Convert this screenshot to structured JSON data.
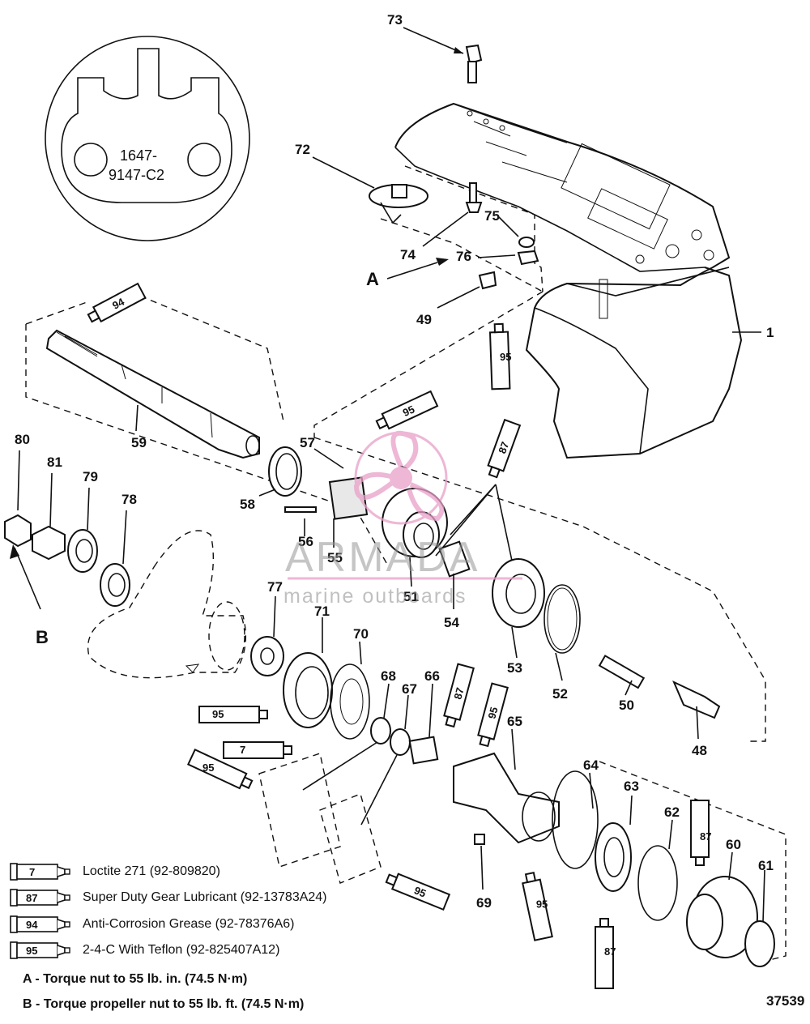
{
  "detail_inset": {
    "line1": "1647-",
    "line2": "9147-C2"
  },
  "callouts": {
    "c1": "1",
    "c48": "48",
    "c49": "49",
    "c50": "50",
    "c51": "51",
    "c52": "52",
    "c53": "53",
    "c54": "54",
    "c55": "55",
    "c56": "56",
    "c57": "57",
    "c58": "58",
    "c59": "59",
    "c60": "60",
    "c61": "61",
    "c62": "62",
    "c63": "63",
    "c64": "64",
    "c65": "65",
    "c66": "66",
    "c67": "67",
    "c68": "68",
    "c69": "69",
    "c70": "70",
    "c71": "71",
    "c72": "72",
    "c73": "73",
    "c74": "74",
    "c75": "75",
    "c76": "76",
    "c77": "77",
    "c78": "78",
    "c79": "79",
    "c80": "80",
    "c81": "81",
    "A": "A",
    "B": "B"
  },
  "tube_labels": {
    "t94": "94",
    "t95": "95",
    "t87": "87",
    "t7": "7"
  },
  "legend": [
    {
      "code": "7",
      "text": "Loctite 271 (92-809820)"
    },
    {
      "code": "87",
      "text": "Super Duty Gear Lubricant (92-13783A24)"
    },
    {
      "code": "94",
      "text": "Anti-Corrosion Grease (92-78376A6)"
    },
    {
      "code": "95",
      "text": "2-4-C  With Teflon (92-825407A12)"
    }
  ],
  "notes": {
    "a": "A - Torque nut to 55 lb. in. (74.5 N·m)",
    "b": "B - Torque propeller nut to 55 lb. ft. (74.5 N·m)"
  },
  "figure_number": "37539",
  "watermark": {
    "name": "ARMADA",
    "sub": "marine outboards"
  },
  "colors": {
    "ink": "#111111",
    "watermark_pink": "#e8a0c8",
    "watermark_gray": "#9a9a9a"
  }
}
